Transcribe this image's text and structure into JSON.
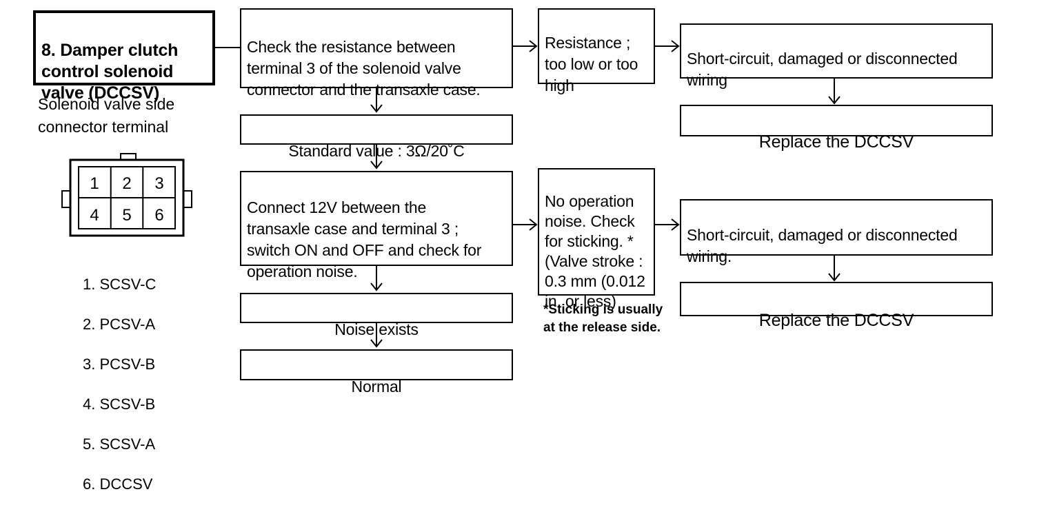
{
  "title": "8. Damper clutch\ncontrol solenoid\nvalve (DCCSV)",
  "connector_caption": "Solenoid valve side\nconnector terminal",
  "connector_pins": [
    "1",
    "2",
    "3",
    "4",
    "5",
    "6"
  ],
  "pin_legend": [
    "1. SCSV-C",
    "2. PCSV-A",
    "3. PCSV-B",
    "4. SCSV-B",
    "5. SCSV-A",
    "6. DCCSV"
  ],
  "steps": {
    "check_resistance": "Check the resistance between\nterminal 3 of the solenoid valve\nconnector and the transaxle case.",
    "standard_value": "Standard value : 3Ω/20˚C",
    "connect_12v": "Connect 12V between the\ntransaxle case and terminal 3 ;\nswitch ON and OFF and check for\noperation noise.",
    "noise_exists": "Noise exists",
    "normal": "Normal"
  },
  "branch_resistance": {
    "condition": "Resistance ;\ntoo low or too\nhigh",
    "cause": "Short-circuit, damaged or disconnected\nwiring",
    "action": "Replace the DCCSV"
  },
  "branch_noise": {
    "condition": "No operation\nnoise. Check\nfor sticking. *\n(Valve stroke :\n0.3 mm (0.012\nin. or less)",
    "cause": "Short-circuit, damaged or disconnected\nwiring.",
    "action": "Replace the DCCSV",
    "footnote": "*Sticking is usually\nat the release side."
  }
}
